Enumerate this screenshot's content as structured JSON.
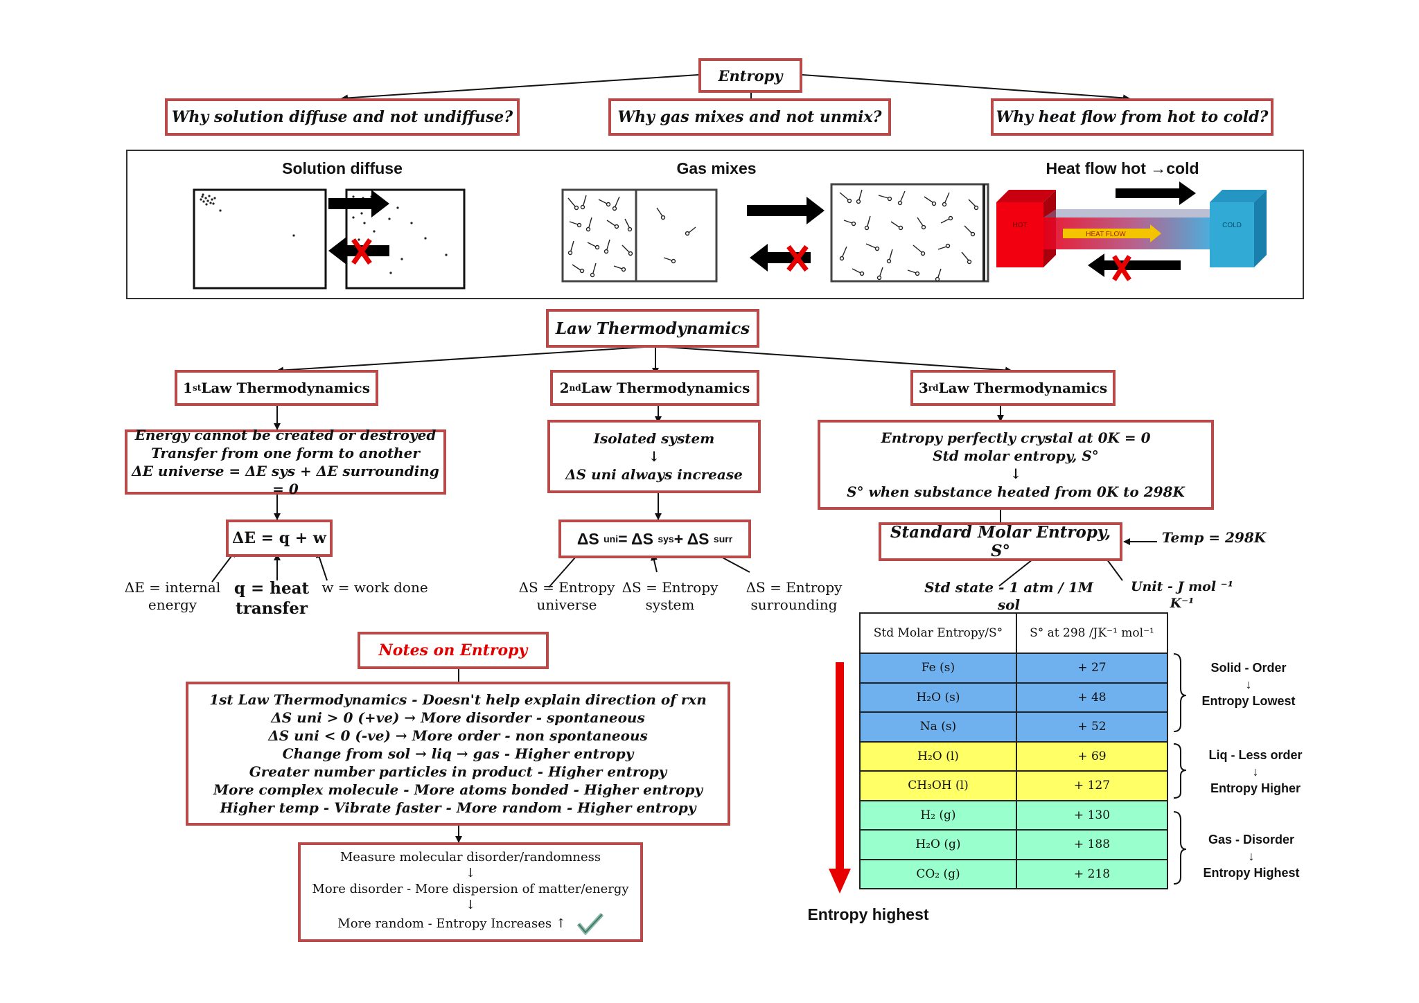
{
  "top": {
    "root": "Entropy",
    "q1": "Why solution diffuse and not undiffuse?",
    "q2": "Why  gas mixes and not unmix?",
    "q3": "Why  heat flow from hot to cold?"
  },
  "panel": {
    "t1": "Solution diffuse",
    "t2": "Gas mixes",
    "t3": "Heat flow hot →cold",
    "hot": "HOT",
    "heatflow": "HEAT FLOW",
    "cold": "COLD"
  },
  "law": {
    "root": "Law Thermodynamics",
    "first": {
      "ord": "1",
      "sup": "st",
      "title": " Law Thermodynamics",
      "l1": "Energy cannot be created or destroyed",
      "l2": "Transfer from one form to another",
      "l3": "ΔE universe = ΔE sys + ΔE surrounding = 0",
      "eq": "ΔE = q + w",
      "a1": "ΔE =  internal",
      "a1b": "energy",
      "a2": "q = heat",
      "a2b": "transfer",
      "a3": "w = work done"
    },
    "second": {
      "ord": "2",
      "sup": "nd",
      "title": " Law Thermodynamics",
      "l1": "Isolated system",
      "arrow": "↓",
      "l2": "ΔS uni always increase",
      "eq_a": "ΔS",
      "eq_uni": "uni",
      "eq_b": " = ΔS",
      "eq_sys": "sys",
      "eq_c": " + ΔS",
      "eq_surr": "surr",
      "b1": "ΔS = Entropy",
      "b1b": "universe",
      "b2": "ΔS = Entropy",
      "b2b": "system",
      "b3": "ΔS = Entropy",
      "b3b": "surrounding"
    },
    "third": {
      "ord": "3",
      "sup": "rd",
      "title": " Law Thermodynamics",
      "l1": "Entropy perfectly crystal at 0K = 0",
      "l2": "Std molar entropy, S°",
      "arrow": "↓",
      "l3": "S° when substance heated from 0K to  298K",
      "std": "Standard Molar Entropy, S°",
      "temp": "Temp = 298K",
      "state": "Std state -  1 atm / 1M sol",
      "unit": "Unit - J mol ⁻¹ K⁻¹"
    }
  },
  "notes": {
    "title": "Notes on Entropy",
    "lines": [
      "1st Law Thermodynamics   - Doesn't help explain direction of rxn",
      "ΔS uni > 0 (+ve) → More disorder - spontaneous",
      "ΔS uni < 0  (-ve) → More order - non spontaneous",
      "Change  from sol → liq → gas - Higher entropy",
      "Greater number particles in product - Higher entropy",
      "More complex molecule - More atoms bonded - Higher entropy",
      "Higher temp - Vibrate faster - More random - Higher entropy"
    ],
    "m1": "Measure molecular disorder/randomness",
    "m2": "More disorder - More dispersion of matter/energy",
    "m3": "More random - Entropy Increases ↑",
    "arrow": "↓"
  },
  "table": {
    "h1": "Std Molar Entropy/S°",
    "h2": "S° at 298 /JK⁻¹ mol⁻¹",
    "rows": [
      {
        "name": "Fe (s)",
        "value": "+ 27",
        "phase": "solid"
      },
      {
        "name": "H₂O (s)",
        "value": "+ 48",
        "phase": "solid"
      },
      {
        "name": "Na (s)",
        "value": "+ 52",
        "phase": "solid"
      },
      {
        "name": "H₂O (l)",
        "value": "+ 69",
        "phase": "liquid"
      },
      {
        "name": "CH₃OH (l)",
        "value": "+ 127",
        "phase": "liquid"
      },
      {
        "name": "H₂  (g)",
        "value": "+ 130",
        "phase": "gas"
      },
      {
        "name": "H₂O (g)",
        "value": "+ 188",
        "phase": "gas"
      },
      {
        "name": "CO₂ (g)",
        "value": "+ 218",
        "phase": "gas"
      }
    ],
    "solid1": "Solid - Order",
    "solid2": "Entropy Lowest",
    "liq1": "Liq - Less order",
    "liq2": "Entropy Higher",
    "gas1": "Gas - Disorder",
    "gas2": "Entropy Highest",
    "arrow": "↓",
    "highest": "Entropy highest"
  },
  "colors": {
    "border": "#b94a4a",
    "red": "#e60000",
    "solid": "#6fb1ee",
    "liquid": "#ffff66",
    "gas": "#99ffcc"
  }
}
